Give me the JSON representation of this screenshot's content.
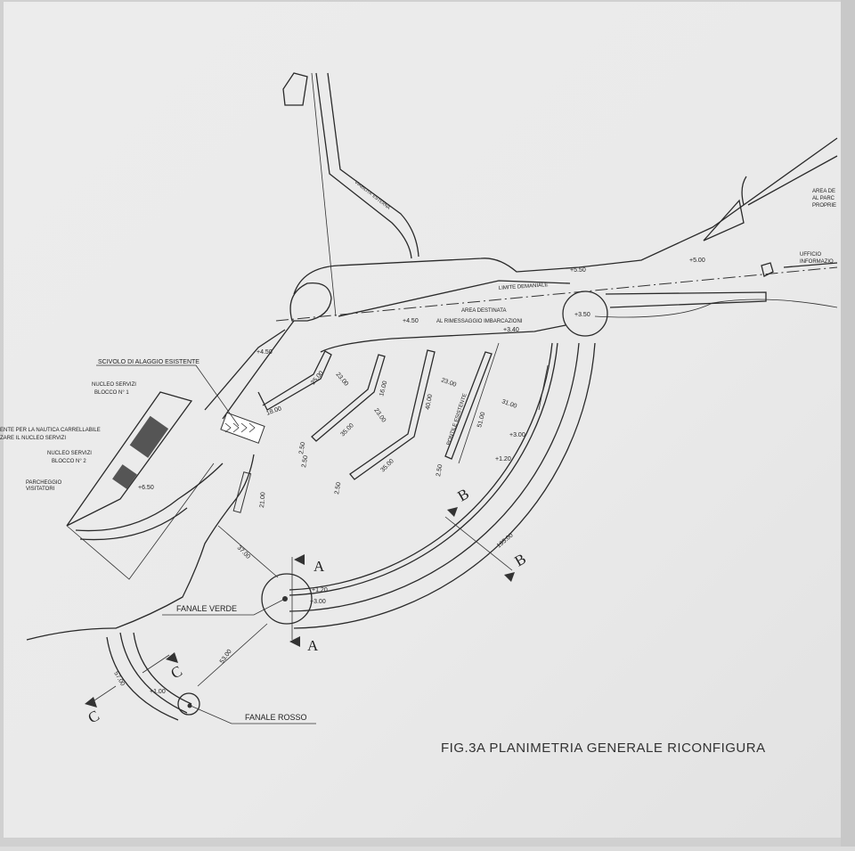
{
  "drawing": {
    "caption": "FIG.3A  PLANIMETRIA  GENERALE  RICONFIGURA",
    "labels": {
      "road": "VIABILITA' ESTERNA",
      "limite": "LIMITE DEMANIALE",
      "area1": "AREA DESTINATA",
      "area2": "AL RIMESSAGGIO IMBARCAZIONI",
      "scivolo": "SCIVOLO DI ALAGGIO ESISTENTE",
      "nucleo1a": "NUCLEO SERVIZI",
      "nucleo1b": "BLOCCO N° 1",
      "nautica1": "ENTE PER LA NAUTICA CARRELLABILE",
      "nautica2": "ZARE IL NUCLEO SERVIZI",
      "nucleo2a": "NUCLEO SERVIZI",
      "nucleo2b": "BLOCCO N° 2",
      "parcheggio1": "PARCHEGGIO",
      "parcheggio2": "VISITATORI",
      "area_right1": "AREA DE",
      "area_right2": "AL PARC",
      "area_right3": "PROPRIE",
      "ufficio1": "UFFICIO",
      "ufficio2": "INFORMAZIO",
      "pontile": "PONTILE ESISTENTE",
      "fanale_verde": "FANALE VERDE",
      "fanale_rosso": "FANALE ROSSO"
    },
    "elevations": [
      "+5.50",
      "+5.00",
      "+3.50",
      "+4.50",
      "+3.40",
      "+4.50",
      "+6.50",
      "+3.00",
      "+1.20",
      "+1.20",
      "+3.00",
      "+1.00"
    ],
    "dimensions": [
      "18.00",
      "25.00",
      "23.00",
      "16.00",
      "23.00",
      "35.00",
      "35.00",
      "40.00",
      "23.00",
      "31.00",
      "51.00",
      "21.00",
      "37.00",
      "53.00",
      "57.00",
      "195.00",
      "2.50",
      "2.50",
      "2.50",
      "2.50"
    ],
    "sections": [
      "A",
      "A",
      "B",
      "B",
      "C",
      "C"
    ]
  }
}
